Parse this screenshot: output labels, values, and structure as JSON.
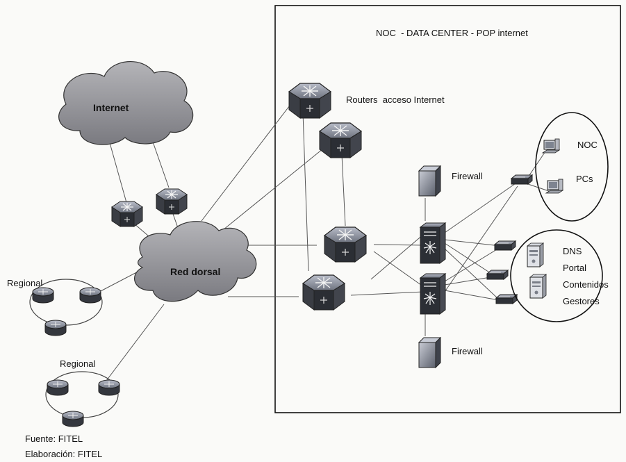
{
  "datacenter": {
    "title": "NOC  - DATA CENTER - POP internet"
  },
  "clouds": {
    "internet": "Internet",
    "backbone": "Red dorsal"
  },
  "labels": {
    "routers": "Routers  acceso Internet",
    "firewall_top": "Firewall",
    "firewall_bottom": "Firewall",
    "regional_1": "Regional",
    "regional_2": "Regional"
  },
  "noc_group": {
    "lines": [
      "NOC",
      "PCs"
    ]
  },
  "servers_group": {
    "lines": [
      "DNS",
      "Portal",
      "Contenidos",
      "Gestores"
    ]
  },
  "footer": {
    "source": "Fuente: FITEL",
    "prepared_by": "Elaboración: FITEL"
  }
}
